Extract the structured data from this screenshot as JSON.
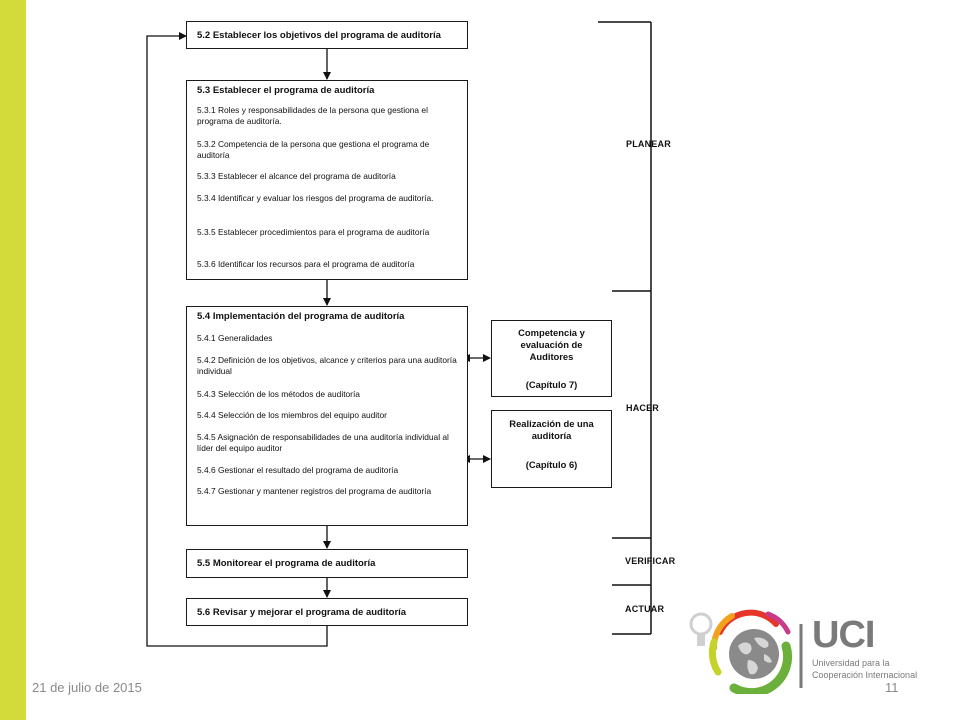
{
  "diagram": {
    "step_52": "5.2 Establecer los objetivos del programa de auditoría",
    "step_53": {
      "title": "5.3 Establecer el programa de auditoría",
      "items": [
        "5.3.1 Roles y responsabilidades de la persona que gestiona el programa de auditoría.",
        "5.3.2 Competencia de la persona que gestiona el programa de auditoría",
        "5.3.3 Establecer el alcance del programa de auditoría",
        "5.3.4 Identificar y evaluar los riesgos del programa de auditoría.",
        "5.3.5 Establecer procedimientos para el programa de auditoría",
        "5.3.6 Identificar los recursos para el programa de auditoría"
      ]
    },
    "step_54": {
      "title": "5.4 Implementación del programa de auditoría",
      "items": [
        "5.4.1 Generalidades",
        "5.4.2 Definición de los objetivos, alcance y criterios para una auditoría individual",
        "5.4.3 Selección de los métodos de auditoría",
        "5.4.4 Selección de los miembros del equipo auditor",
        "5.4.5 Asignación de responsabilidades de una auditoría individual al líder del equipo auditor",
        "5.4.6 Gestionar el resultado del programa de auditoría",
        "5.4.7 Gestionar y mantener registros del programa de auditoría"
      ]
    },
    "side_competencia": {
      "title": "Competencia y evaluación de Auditores",
      "chapter": "(Capítulo 7)"
    },
    "side_realizacion": {
      "title": "Realización de una auditoría",
      "chapter": "(Capítulo 6)"
    },
    "step_55": "5.5 Monitorear el programa de auditoría",
    "step_56": "5.6 Revisar y mejorar el programa de auditoría",
    "phases": {
      "planear": "PLANEAR",
      "hacer": "HACER",
      "verificar": "VERIFICAR",
      "actuar": "ACTUAR"
    }
  },
  "footer": {
    "date": "21 de julio de 2015",
    "page": "11"
  },
  "logo": {
    "acronym": "UCI",
    "line1": "Universidad para la",
    "line2": "Cooperación Internacional"
  },
  "colors": {
    "accent_bar": "#d2db3a",
    "logo_gray": "#7a7a7a"
  }
}
